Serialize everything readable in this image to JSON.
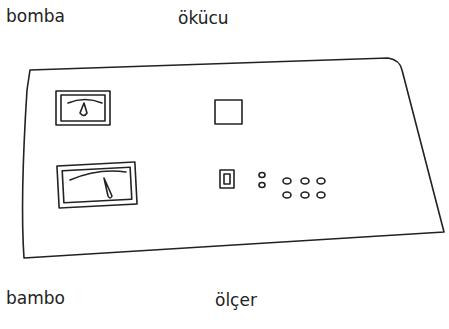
{
  "diagram": {
    "labels": [
      "bomba",
      "ökücu",
      "bambo",
      "ölçer"
    ]
  }
}
